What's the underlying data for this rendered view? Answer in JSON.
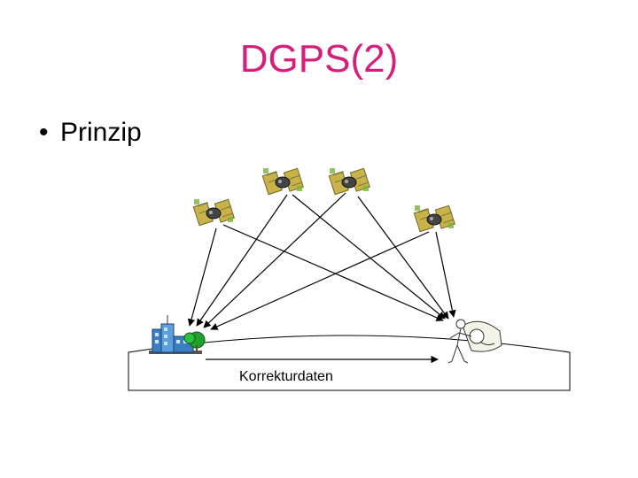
{
  "slide": {
    "title": "DGPS(2)",
    "bullet": "Prinzip",
    "title_color": "#d4207a"
  },
  "diagram": {
    "link_label": "Korrekturdaten",
    "satellites": [
      "satellite-icon",
      "satellite-icon",
      "satellite-icon",
      "satellite-icon"
    ],
    "reference_station": "building-icon",
    "user": "person-icon"
  }
}
